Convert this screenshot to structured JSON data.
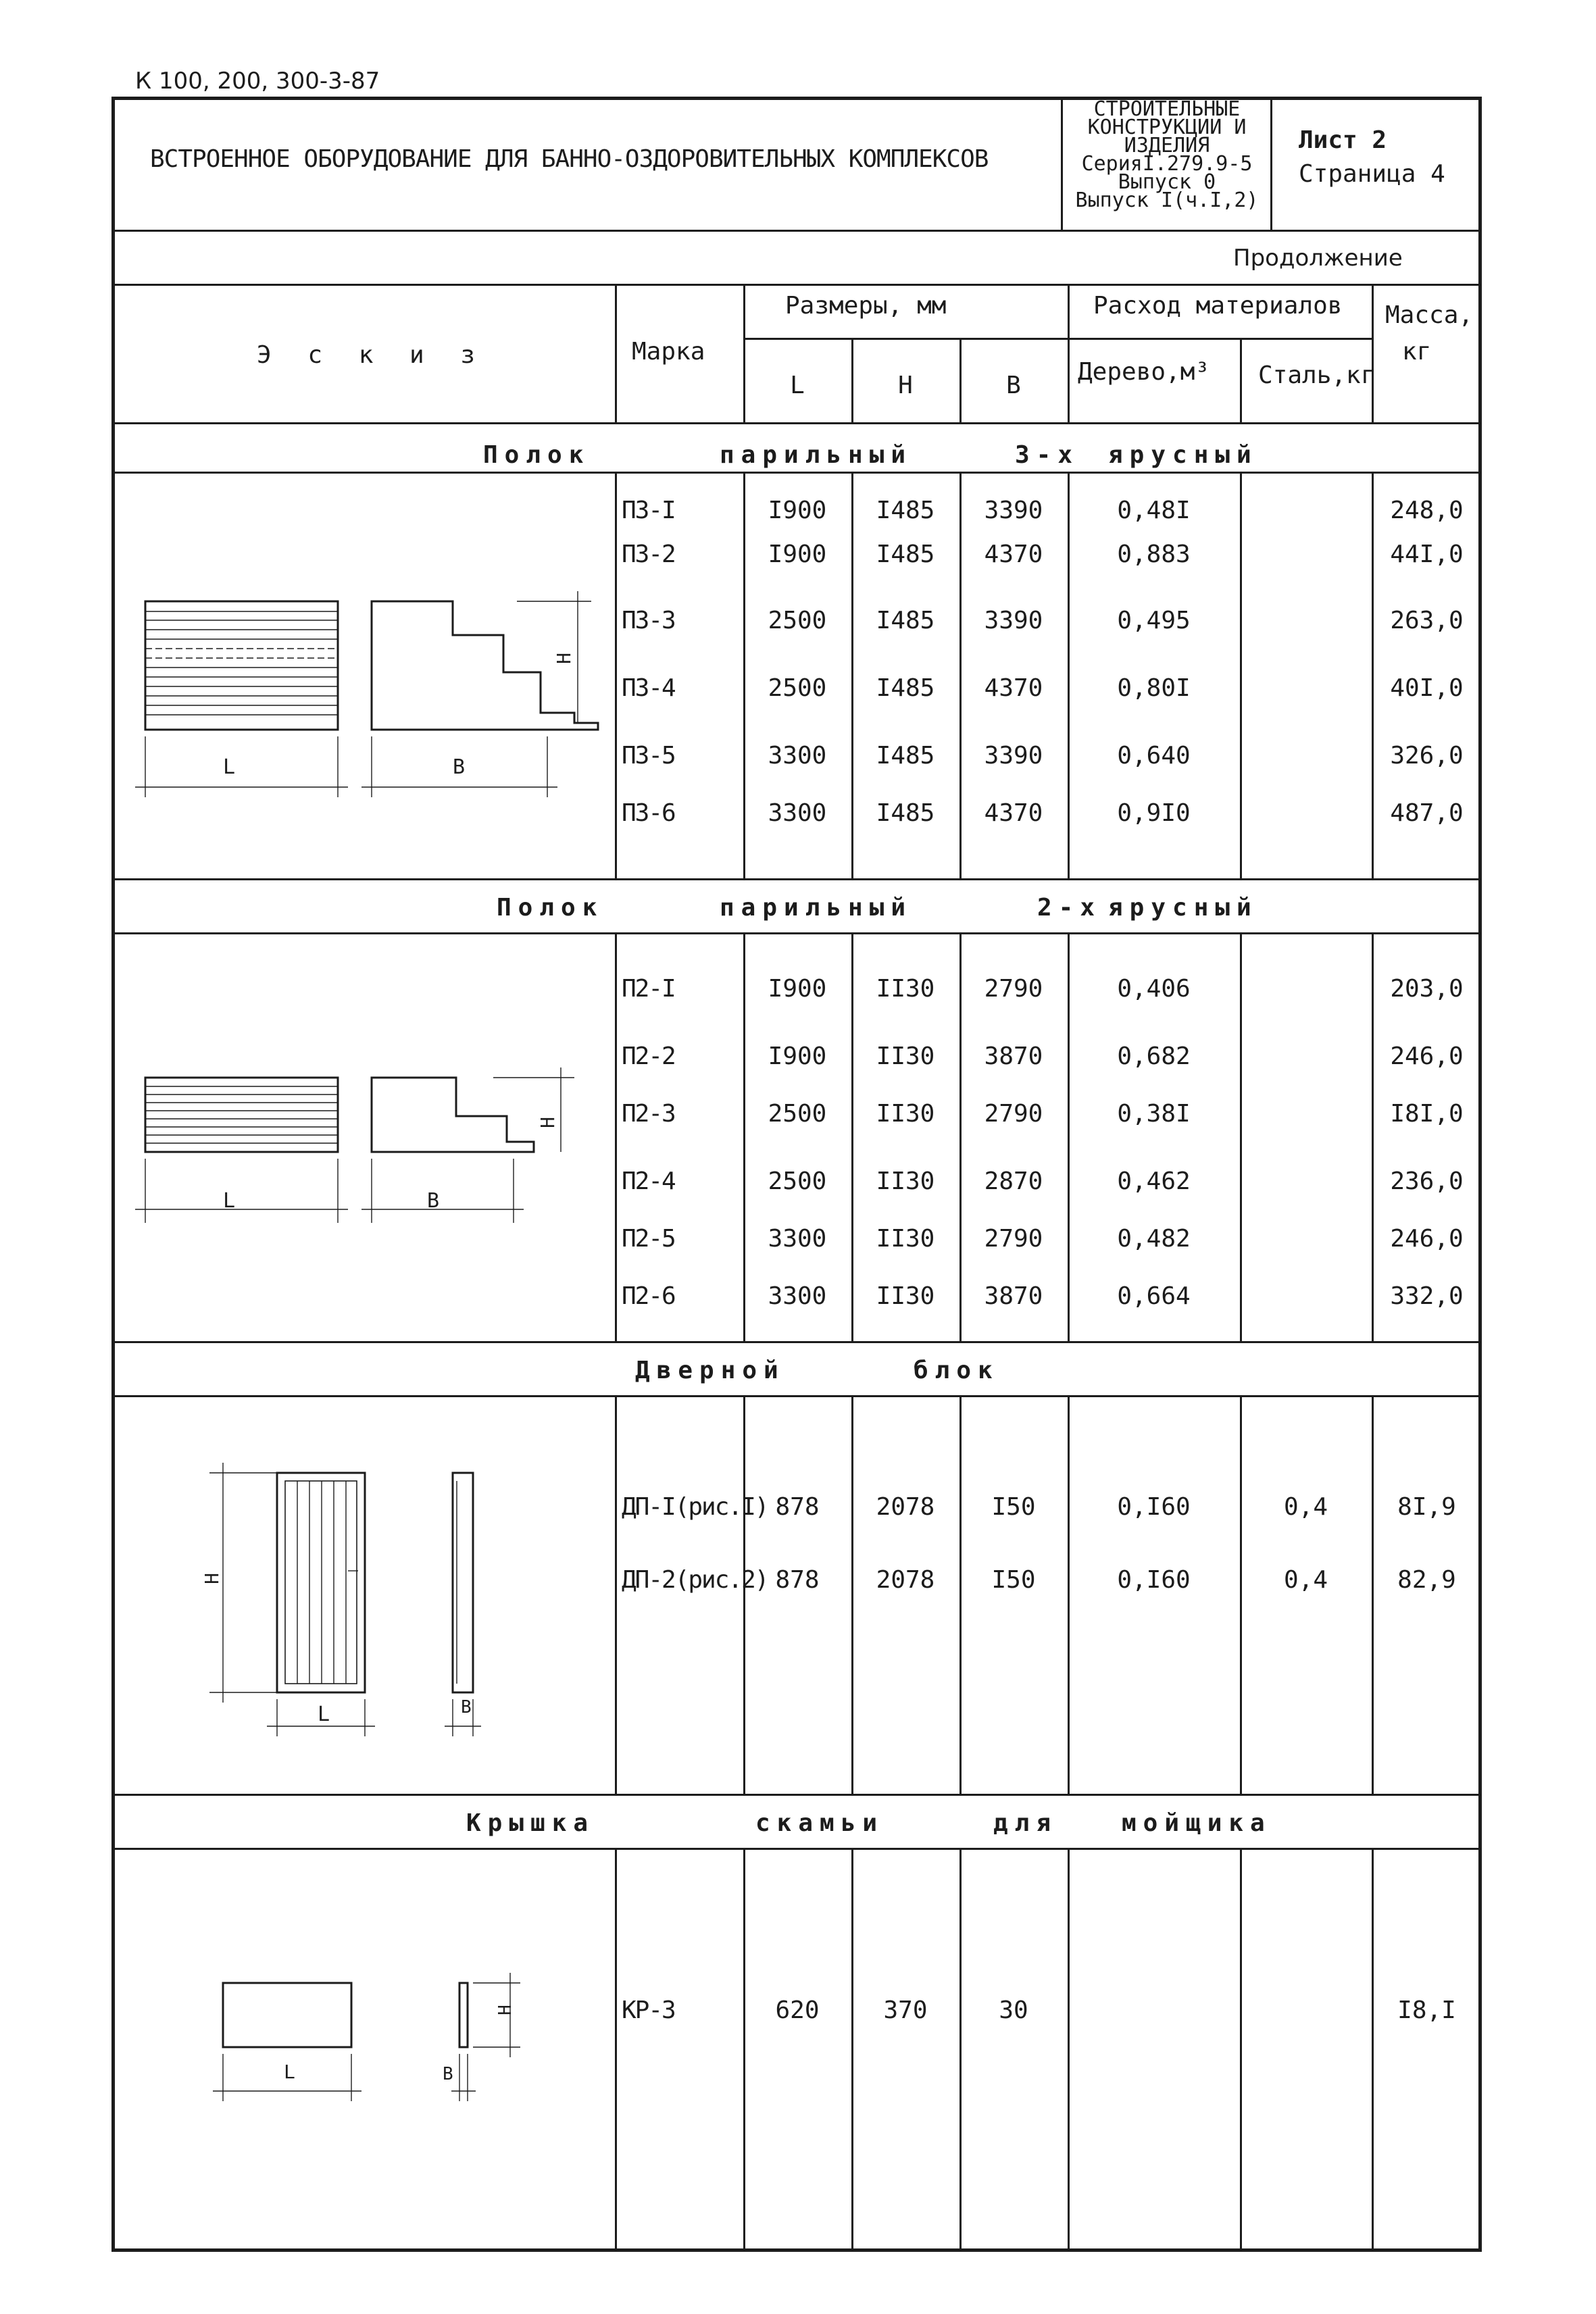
{
  "doc_code": "К 100, 200, 300-3-87",
  "title": "ВСТРОЕННОЕ ОБОРУДОВАНИЕ ДЛЯ БАННО-ОЗДОРОВИТЕЛЬНЫХ КОМПЛЕКСОВ",
  "series_block": [
    "СТРОИТЕЛЬНЫЕ",
    "КОНСТРУКЦИИ И",
    "ИЗДЕЛИЯ",
    "СерияI.279.9-5",
    "Выпуск 0",
    "Выпуск I(ч.I,2)"
  ],
  "sheet": "Лист 2",
  "page": "Страница 4",
  "continuation": "Продолжение",
  "headers": {
    "sketch": "Э с к и з",
    "mark": "Марка",
    "sizes": "Размеры, мм",
    "L": "L",
    "H": "H",
    "B": "B",
    "materials": "Расход материалов",
    "wood": "Дерево,м³",
    "steel": "Сталь,кг",
    "mass": "Масса,",
    "mass_unit": "кг"
  },
  "sections": [
    {
      "title": [
        "Полок",
        "парильный",
        "3-х",
        "ярусный"
      ],
      "sketch_labels": {
        "L": "L",
        "B": "B",
        "H": "H"
      },
      "rows": [
        {
          "mark": "П3-I",
          "L": "I900",
          "H": "I485",
          "B": "3390",
          "wood": "0,48I",
          "steel": "",
          "mass": "248,0"
        },
        {
          "mark": "П3-2",
          "L": "I900",
          "H": "I485",
          "B": "4370",
          "wood": "0,883",
          "steel": "",
          "mass": "44I,0"
        },
        {
          "mark": "П3-3",
          "L": "2500",
          "H": "I485",
          "B": "3390",
          "wood": "0,495",
          "steel": "",
          "mass": "263,0"
        },
        {
          "mark": "П3-4",
          "L": "2500",
          "H": "I485",
          "B": "4370",
          "wood": "0,80I",
          "steel": "",
          "mass": "40I,0"
        },
        {
          "mark": "П3-5",
          "L": "3300",
          "H": "I485",
          "B": "3390",
          "wood": "0,640",
          "steel": "",
          "mass": "326,0"
        },
        {
          "mark": "П3-6",
          "L": "3300",
          "H": "I485",
          "B": "4370",
          "wood": "0,9I0",
          "steel": "",
          "mass": "487,0"
        }
      ]
    },
    {
      "title": [
        "Полок",
        "парильный",
        "2-х",
        "ярусный"
      ],
      "sketch_labels": {
        "L": "L",
        "B": "B",
        "H": "H"
      },
      "rows": [
        {
          "mark": "П2-I",
          "L": "I900",
          "H": "II30",
          "B": "2790",
          "wood": "0,406",
          "steel": "",
          "mass": "203,0"
        },
        {
          "mark": "П2-2",
          "L": "I900",
          "H": "II30",
          "B": "3870",
          "wood": "0,682",
          "steel": "",
          "mass": "246,0"
        },
        {
          "mark": "П2-3",
          "L": "2500",
          "H": "II30",
          "B": "2790",
          "wood": "0,38I",
          "steel": "",
          "mass": "I8I,0"
        },
        {
          "mark": "П2-4",
          "L": "2500",
          "H": "II30",
          "B": "2870",
          "wood": "0,462",
          "steel": "",
          "mass": "236,0"
        },
        {
          "mark": "П2-5",
          "L": "3300",
          "H": "II30",
          "B": "2790",
          "wood": "0,482",
          "steel": "",
          "mass": "246,0"
        },
        {
          "mark": "П2-6",
          "L": "3300",
          "H": "II30",
          "B": "3870",
          "wood": "0,664",
          "steel": "",
          "mass": "332,0"
        }
      ]
    },
    {
      "title": [
        "Дверной",
        "блок"
      ],
      "sketch_labels": {
        "L": "L",
        "B": "B",
        "H": "H"
      },
      "rows": [
        {
          "mark": "ДП-I(рис.I)",
          "L": "878",
          "H": "2078",
          "B": "I50",
          "wood": "0,I60",
          "steel": "0,4",
          "mass": "8I,9"
        },
        {
          "mark": "ДП-2(рис.2)",
          "L": "878",
          "H": "2078",
          "B": "I50",
          "wood": "0,I60",
          "steel": "0,4",
          "mass": "82,9"
        }
      ]
    },
    {
      "title": [
        "Крышка",
        "скамьи",
        "для",
        "мойщика"
      ],
      "sketch_labels": {
        "L": "L",
        "B": "B",
        "H": "H"
      },
      "rows": [
        {
          "mark": "КР-3",
          "L": "620",
          "H": "370",
          "B": "30",
          "wood": "",
          "steel": "",
          "mass": "I8,I"
        }
      ]
    }
  ]
}
